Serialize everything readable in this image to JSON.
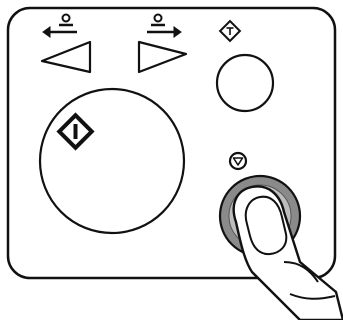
{
  "panel": {
    "title": "",
    "colors": {
      "outline": "#111111",
      "background": "#ffffff",
      "stop_ring": "#8a8a8a",
      "stop_ring_inner": "#bdbdbd"
    }
  },
  "buttons": {
    "menu_left": {
      "icon": "arrow-left-user-icon",
      "shape": "left-pointing-triangle"
    },
    "menu_right": {
      "icon": "arrow-right-user-icon",
      "shape": "right-pointing-triangle"
    },
    "interrupt": {
      "icon": "interrupt-diamond-icon",
      "shape": "circle"
    },
    "start": {
      "icon": "start-diamond-icon",
      "shape": "large-circle"
    },
    "stop": {
      "icon": "stop-circle-icon",
      "shape": "circle-ring",
      "state": "pressed"
    }
  },
  "hand": {
    "icon": "finger-pressing-icon"
  }
}
